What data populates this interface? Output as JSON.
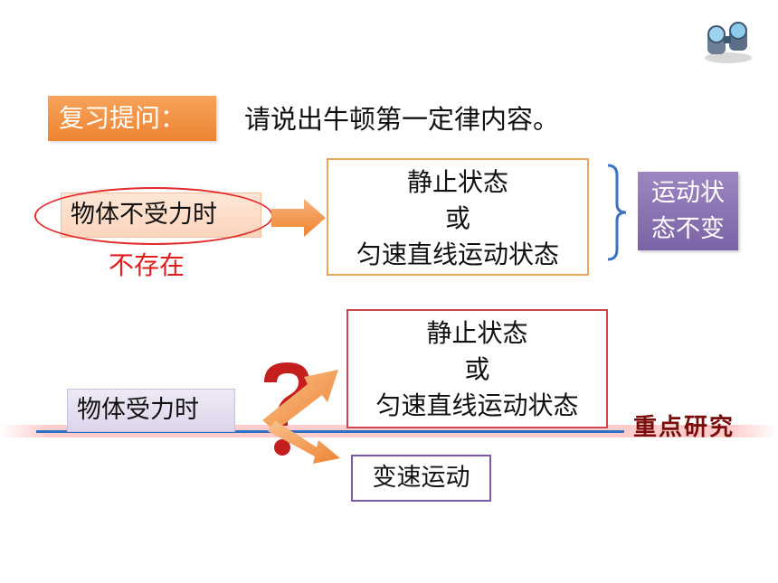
{
  "review": {
    "badge": "复习提问：",
    "question": "请说出牛顿第一定律内容。"
  },
  "no_force": {
    "condition": "物体不受力时",
    "annotation": "不存在",
    "result_lines": [
      "静止状态",
      "或",
      "匀速直线运动状态"
    ],
    "conclusion_lines": [
      "运动状",
      "态不变"
    ]
  },
  "with_force": {
    "condition": "物体受力时",
    "result_lines": [
      "静止状态",
      "或",
      "匀速直线运动状态"
    ],
    "alt_result": "变速运动",
    "focus_label": "重点研究"
  },
  "colors": {
    "orange_accent": "#ee8432",
    "purple_accent": "#7b63a6",
    "red_mark": "#e52a2a",
    "blue_line": "#2f6fc4",
    "brace_blue": "#3b73c2"
  }
}
